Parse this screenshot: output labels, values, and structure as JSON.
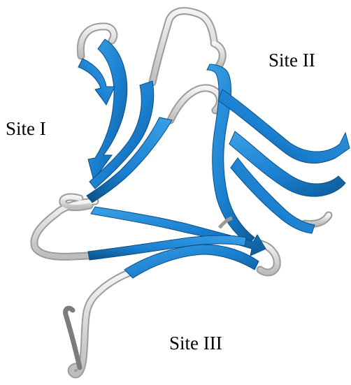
{
  "labels": {
    "site_1": "Site I",
    "site_2": "Site II",
    "site_3": "Site III"
  },
  "colors": {
    "strand": "#1a7fcf",
    "strand_dark": "#0d5a96",
    "strand_light": "#3aa0e6",
    "loop": "#dedede",
    "loop_edge": "#a9a9a9",
    "tail": "#8a8a8a",
    "background": "#ffffff"
  },
  "icons": {
    "figure": "protein-ribbon-diagram"
  }
}
